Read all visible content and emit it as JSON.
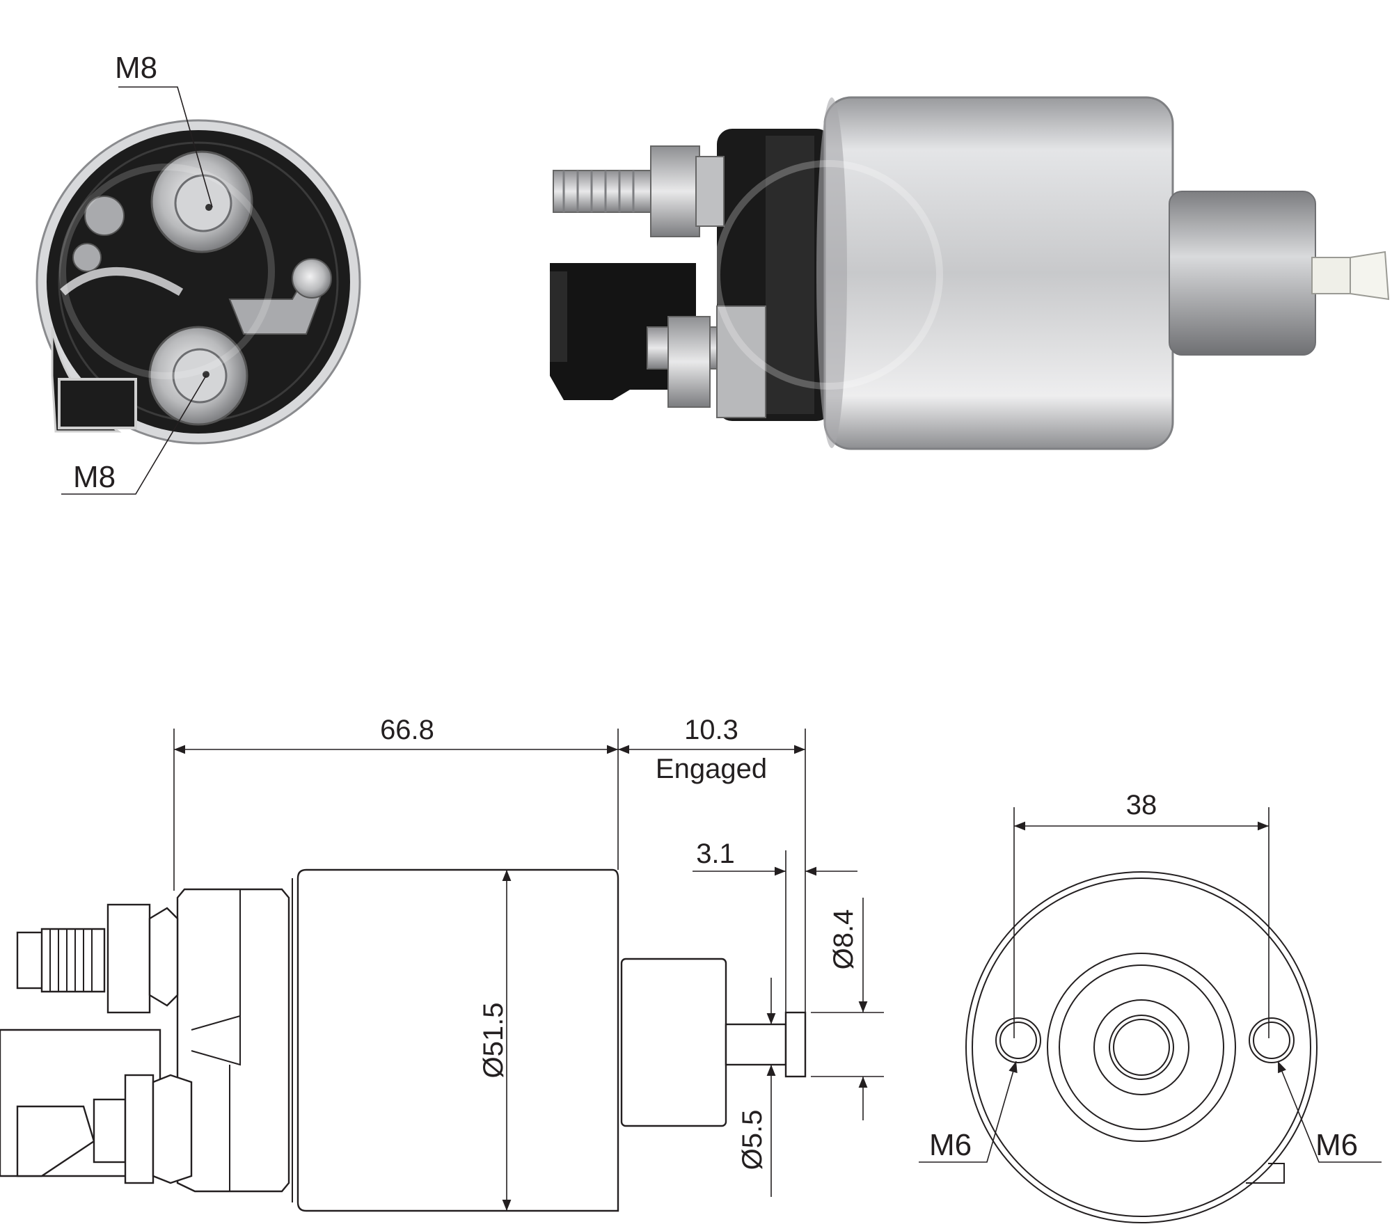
{
  "photo_end_view": {
    "callout_top": "M8",
    "callout_bottom": "M8"
  },
  "side_drawing": {
    "body_length": "66.8",
    "travel_value": "10.3",
    "travel_state": "Engaged",
    "plunger_step": "3.1",
    "body_diameter": "Ø51.5",
    "plunger_head_diameter": "Ø8.4",
    "plunger_shaft_diameter": "Ø5.5"
  },
  "end_drawing": {
    "hole_spacing": "38",
    "hole_left": "M6",
    "hole_right": "M6"
  },
  "colors": {
    "line": "#231f20",
    "housing_black": "#1c1c1c",
    "can_silver": "#c9cacc"
  }
}
